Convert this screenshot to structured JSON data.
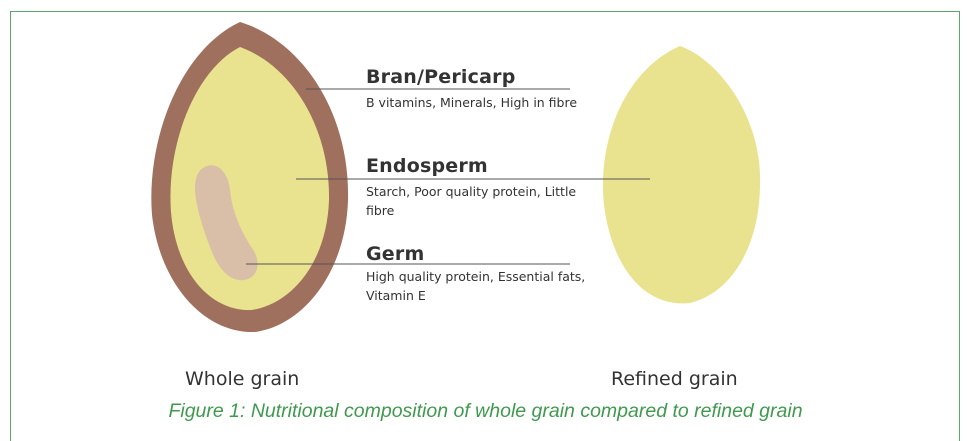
{
  "layers": [
    {
      "name": "Bran/Pericarp",
      "description": "B vitamins, Minerals, High in fibre"
    },
    {
      "name": "Endosperm",
      "description": "Starch, Poor quality protein, Little fibre"
    },
    {
      "name": "Germ",
      "description": "High quality protein, Essential fats, Vitamin E"
    }
  ],
  "grains": {
    "whole": "Whole grain",
    "refined": "Refined grain"
  },
  "caption": "Figure 1: Nutritional composition of whole grain compared to refined grain",
  "colors": {
    "bran": "#a0705f",
    "endosperm": "#e9e38f",
    "germ": "#d9bfa7",
    "caption": "#3f9a4e",
    "frame": "#5aa86a"
  }
}
